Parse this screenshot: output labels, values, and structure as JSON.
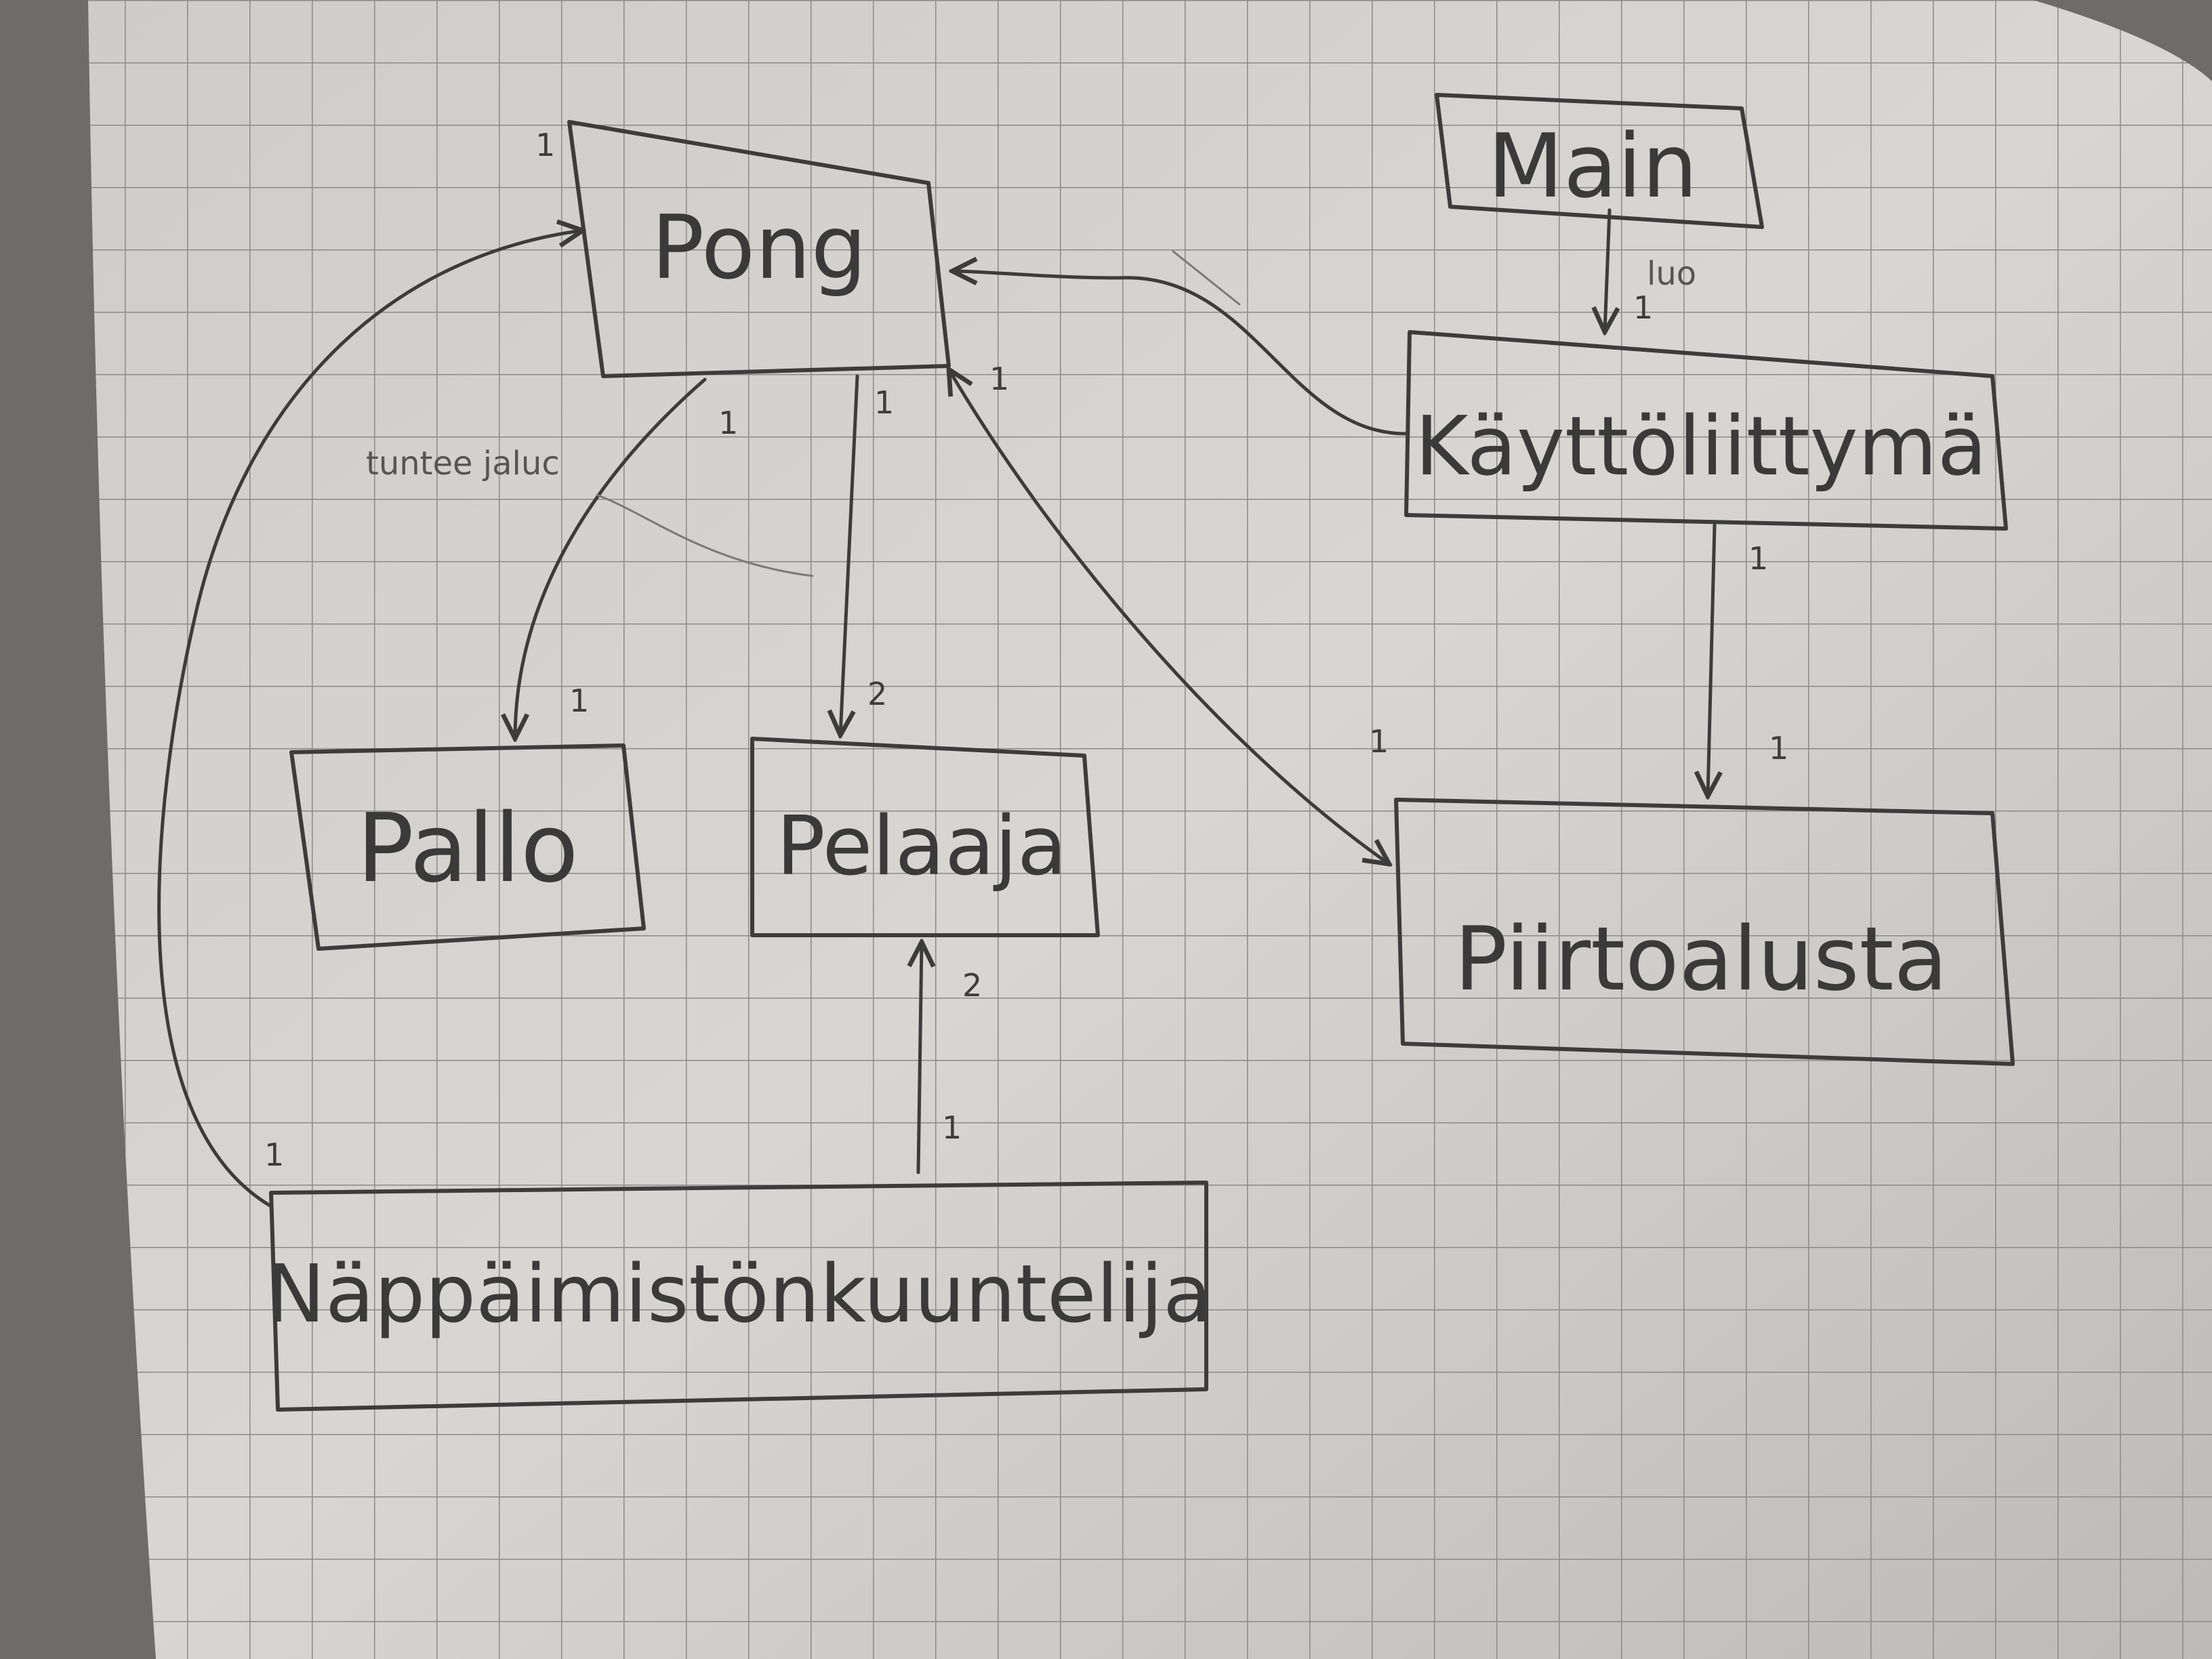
{
  "diagram": {
    "classes": {
      "pong": "Pong",
      "main": "Main",
      "kayttoliittyma": "Käyttöliittymä",
      "pallo": "Pallo",
      "pelaaja": "Pelaaja",
      "piirtoalusta": "Piirtoalusta",
      "nappaimistonkuuntelija": "Näppäimistönkuuntelija"
    },
    "edge_labels": {
      "luo": "luo",
      "tuntee_jaluc": "tuntee jaluc"
    },
    "multiplicities": {
      "pong_self_top": "1",
      "pong_to_pallo_src": "1",
      "pong_to_pallo_dst": "1",
      "pong_to_pelaaja_src": "1",
      "pong_to_pelaaja_dst": "2",
      "pong_kl_src": "1",
      "main_to_kl": "1",
      "kl_to_piirto_src": "1",
      "kl_to_piirto_dst": "1",
      "pong_to_piirto_dst": "1",
      "nk_to_pelaaja_src": "1",
      "nk_to_pelaaja_dst": "2",
      "nk_to_pong": "1"
    }
  }
}
